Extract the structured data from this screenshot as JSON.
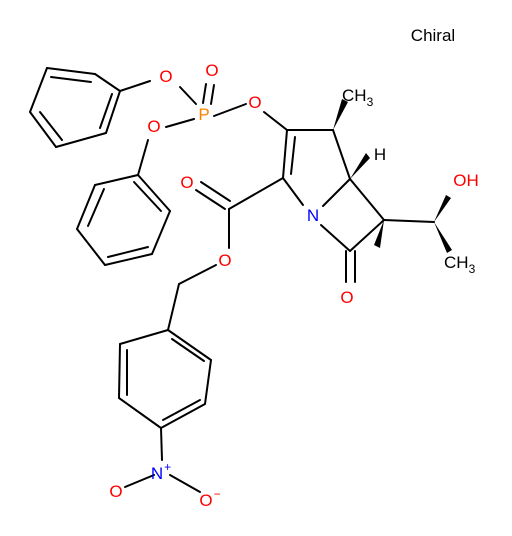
{
  "stereo_label": "Chiral",
  "atoms": {
    "O_phenoxy_1": "O",
    "O_phosphoryl": "O",
    "P": "P",
    "O_phosphate_link": "O",
    "O_phenoxy_2": "O",
    "methyl": "CH",
    "methyl_sub": "3",
    "ring_fusion_H": "H",
    "hydroxyl": "OH",
    "hydroxyethyl_methyl": "CH",
    "hydroxyethyl_methyl_sub": "3",
    "ester_carbonyl_O": "O",
    "nitrogen": "N",
    "ester_O": "O",
    "lactam_O": "O",
    "nitro_N": "N",
    "nitro_N_charge": "+",
    "nitro_O_1": "O",
    "nitro_O_2": "O",
    "nitro_O_2_charge": "−"
  },
  "colors": {
    "bond": "#000000",
    "phosphorus": "#FF8000",
    "oxygen": "#FF0000",
    "nitrogen": "#0000FF",
    "carbon_hydrogen": "#000000"
  }
}
